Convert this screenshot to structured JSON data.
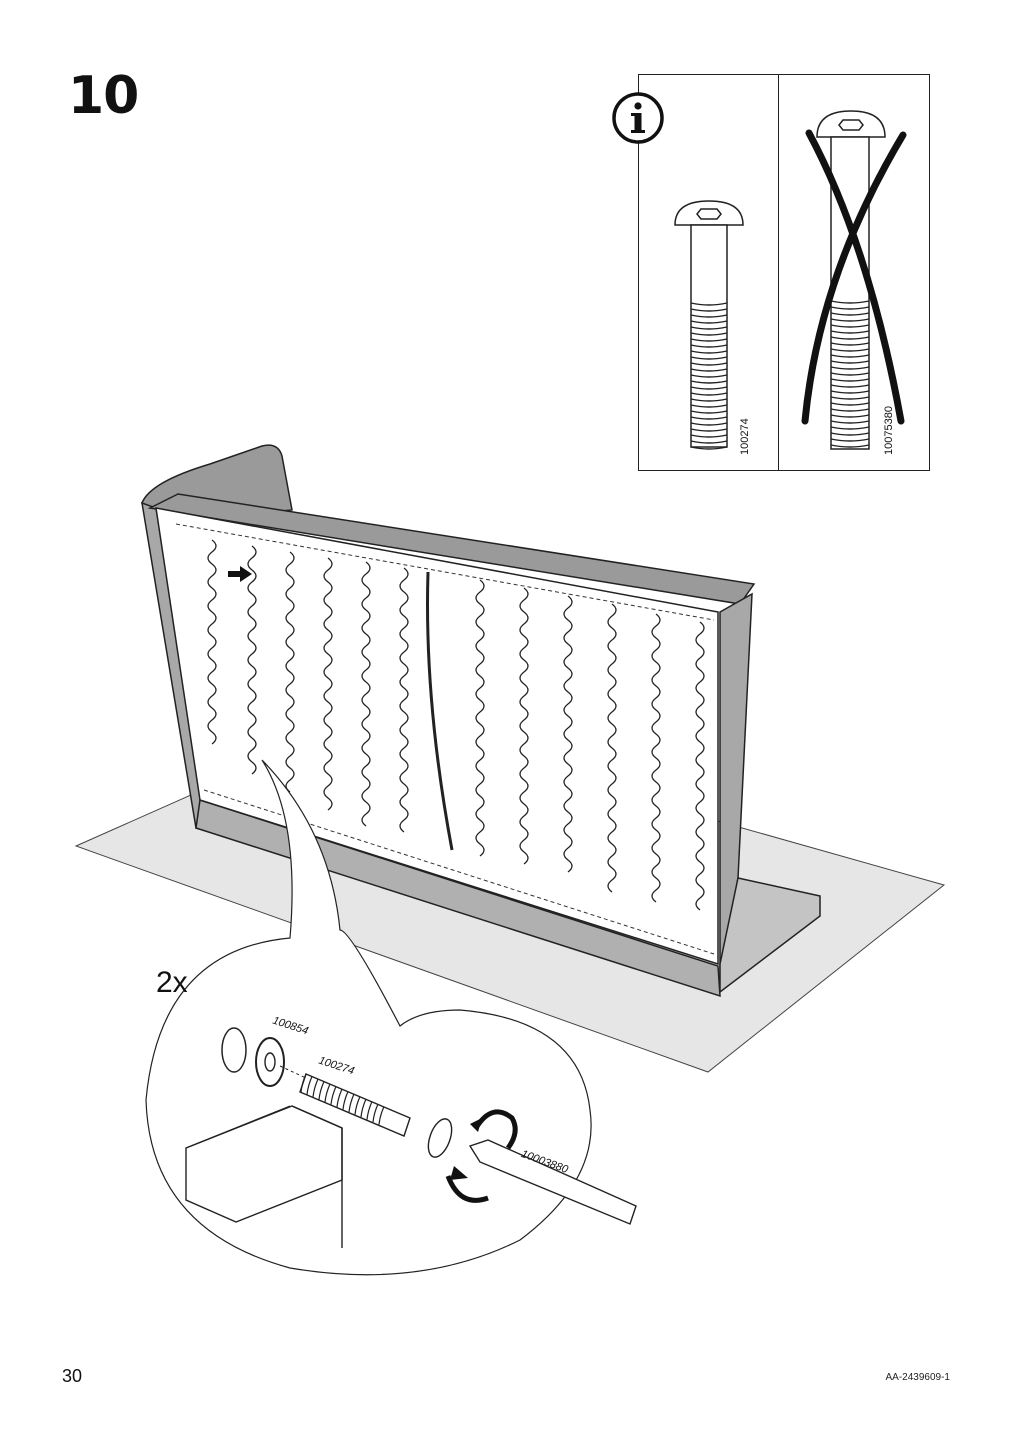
{
  "step": {
    "number": "10"
  },
  "info_panel": {
    "icon": "info-icon",
    "correct_bolt": {
      "part_number": "100274",
      "icon": "bolt-icon"
    },
    "incorrect_bolt": {
      "part_number": "10075380",
      "icon": "bolt-crossed-icon"
    }
  },
  "detail": {
    "quantity": "2x",
    "parts": {
      "washer": "100854",
      "bolt": "100274",
      "tool": "10003880"
    }
  },
  "footer": {
    "page_number": "30",
    "doc_id": "AA-2439609-1"
  }
}
